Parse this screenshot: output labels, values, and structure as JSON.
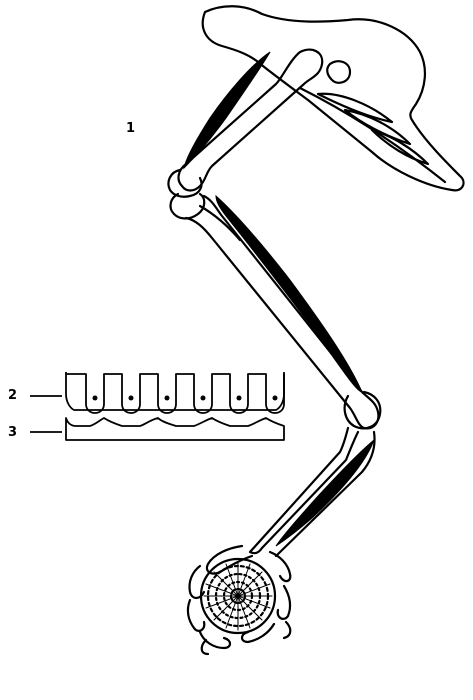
{
  "labels": {
    "one": "1",
    "two": "2",
    "three": "3"
  },
  "colors": {
    "ink": "#000000",
    "paper": "#ffffff"
  }
}
